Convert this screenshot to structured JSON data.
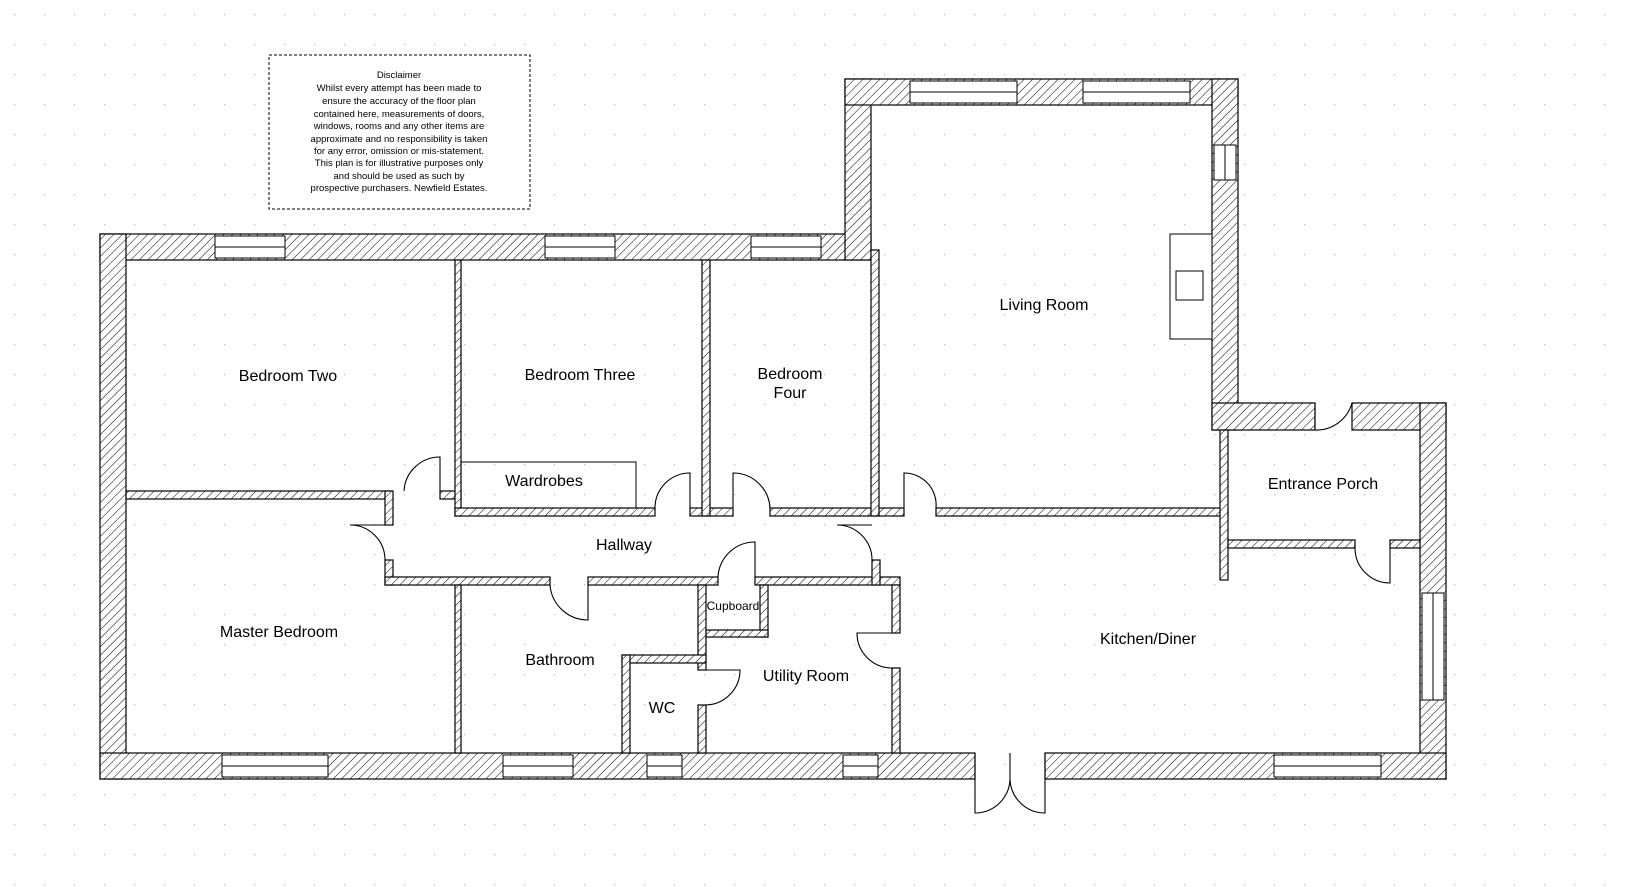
{
  "disclaimer": {
    "lines": [
      "Disclaimer",
      "Whilst every attempt has been made to",
      "ensure the accuracy of the floor plan",
      "contained here, measurements of doors,",
      "windows, rooms and any other items are",
      "approximate and no responsibility is taken",
      "for any error, omission or mis-statement.",
      "This plan is for illustrative purposes only",
      "and should be used as such by",
      "prospective purchasers. Newfield Estates."
    ]
  },
  "rooms": {
    "bedroom_two": "Bedroom Two",
    "bedroom_three": "Bedroom Three",
    "bedroom_four_1": "Bedroom",
    "bedroom_four_2": "Four",
    "living_room": "Living Room",
    "wardrobes": "Wardrobes",
    "entrance_porch": "Entrance Porch",
    "hallway": "Hallway",
    "cupboard": "Cupboard",
    "master_bedroom": "Master Bedroom",
    "bathroom": "Bathroom",
    "wc": "WC",
    "utility_room": "Utility Room",
    "kitchen_diner": "Kitchen/Diner"
  }
}
